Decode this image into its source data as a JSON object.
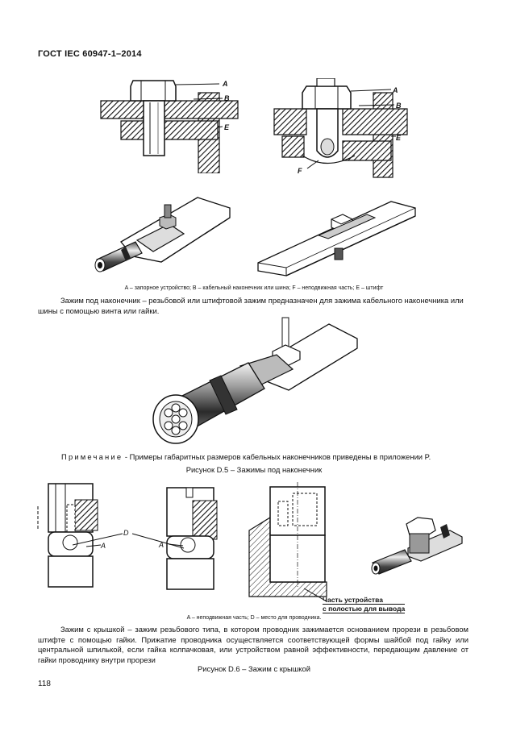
{
  "header": {
    "standard": "ГОСТ IEC 60947-1–2014"
  },
  "figure_d5": {
    "labels": {
      "a": "A",
      "b": "B",
      "e": "E",
      "f": "F"
    },
    "legend": "A – запорное устройство; B – кабельный наконечник или шина; F – неподвижная часть; E – штифт",
    "description": "Зажим под наконечник – резьбовой или штифтовой зажим предназначен для зажима кабельного наконечника или шины с помощью винта или гайки.",
    "note_label": "Примечание",
    "note_text": " - Примеры габаритных размеров кабельных наконечников приведены в приложении P.",
    "caption": "Рисунок D.5 – Зажимы под наконечник"
  },
  "figure_d6": {
    "labels": {
      "a": "A",
      "d": "D"
    },
    "part_label_line1": "Часть устройства",
    "part_label_line2": "с полостью для вывода",
    "legend": "A – неподвижная часть; D – место для проводника.",
    "description": "Зажим с крышкой – зажим резьбового типа, в котором проводник зажимается основанием прорези в резьбовом штифте с помощью гайки. Прижатие проводника осуществляется соответствующей формы шайбой под гайку или центральной шпилькой, если гайка колпачковая, или устройством равной эффективности, передающим давление от гайки проводнику внутри прорези",
    "caption": "Рисунок D.6 – Зажим с крышкой"
  },
  "footer": {
    "page_number": "118"
  }
}
